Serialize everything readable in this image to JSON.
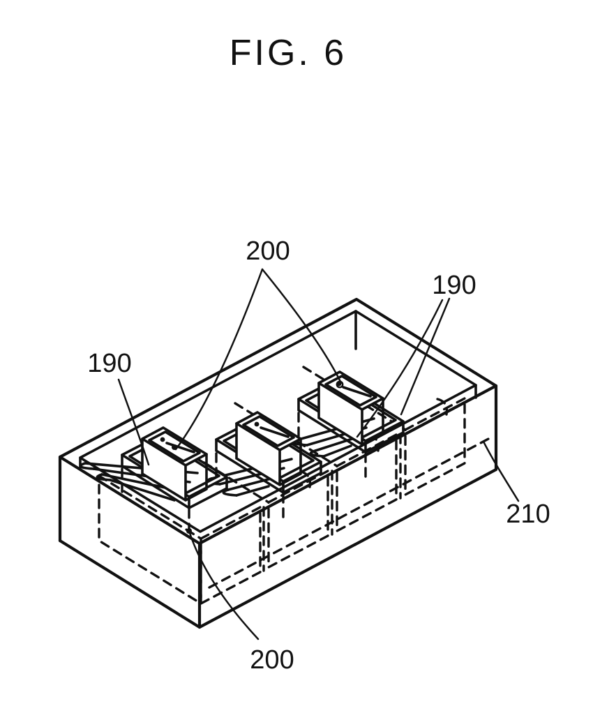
{
  "figure": {
    "title": "FIG. 6",
    "colors": {
      "ink": "#111111",
      "paper": "#ffffff"
    },
    "labels": {
      "top_200": "200",
      "right_190": "190",
      "left_190": "190",
      "case_210": "210",
      "bottom_200": "200"
    }
  }
}
